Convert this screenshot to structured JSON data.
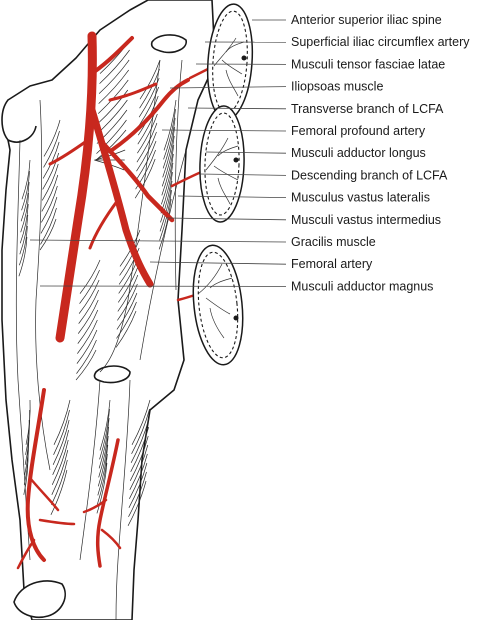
{
  "colors": {
    "artery": "#c8281e",
    "outline": "#1a1a1a",
    "background": "#ffffff"
  },
  "labels": [
    "Anterior superior iliac spine",
    "Superficial iliac circumflex artery",
    "Musculi tensor fasciae latae",
    "Iliopsoas muscle",
    "Transverse branch of LCFA",
    "Femoral profound artery",
    "Musculi adductor longus",
    "Descending branch of LCFA",
    "Musculus vastus lateralis",
    "Musculi vastus intermedius",
    "Gracilis muscle",
    "Femoral artery",
    "Musculi adductor magnus"
  ]
}
